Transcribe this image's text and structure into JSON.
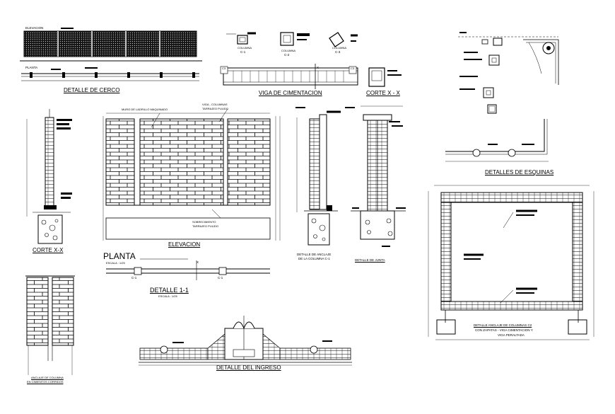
{
  "cerco": {
    "elevacion_label": "ELEVACION",
    "planta_label": "PLANTA",
    "title": "DETALLE DE CERCO"
  },
  "columnas": {
    "c1_small": "COLUMNA",
    "c1": "C-1",
    "c2_small": "COLUMNA",
    "c2": "C-2",
    "c3_small": "COLUMNA",
    "c3": "C-3"
  },
  "viga": {
    "title": "VIGA DE CIMENTACION",
    "corte_title": "CORTE X - X",
    "left_tag": "C3",
    "right_tag": "C3",
    "x_mark": "X"
  },
  "esquinas": {
    "title": "DETALLES DE ESQUINAS"
  },
  "corte_xx": {
    "title": "CORTE X-X"
  },
  "elevacion_main": {
    "muro_label": "MURO DE LADRILLO MAQUINADO",
    "viga_label": "VIGA - COLUMNAS",
    "tarrajeo_label": "TARRAJEO PULIDO",
    "sobrecimiento_label": "SOBRECIMIENTO",
    "tarrajeo2_label": "TARRAJEO PULIDO",
    "title": "ELEVACION"
  },
  "planta_main": {
    "title": "PLANTA",
    "escala": "ESCALA : 1/25",
    "x_mark": "X",
    "c1_left": "C-1",
    "c1_right": "C-1"
  },
  "detalle_11": {
    "title": "DETALLE 1-1",
    "escala": "ESCALA : 1/25"
  },
  "anclaje": {
    "title_line1": "DETALLE DE ANCLAJE",
    "title_line2": "DE LA COLUMNA C-1"
  },
  "junta": {
    "title": "DETALLE DE JUNTA"
  },
  "anclaje_c2": {
    "title": "DETALLE ANCLAJE DE COLUMNAS C2",
    "line2": "CON ZAPATAS - VIGA CIMENTACION Y",
    "line3": "VIGA PERALTADA"
  },
  "anclaje_cimientos": {
    "line1": "ANCLAJE DE COLUMNA",
    "line2": "EN CIMIENTOS CORRIDOS"
  },
  "ingreso": {
    "title": "DETALLE DEL INGRESO"
  }
}
